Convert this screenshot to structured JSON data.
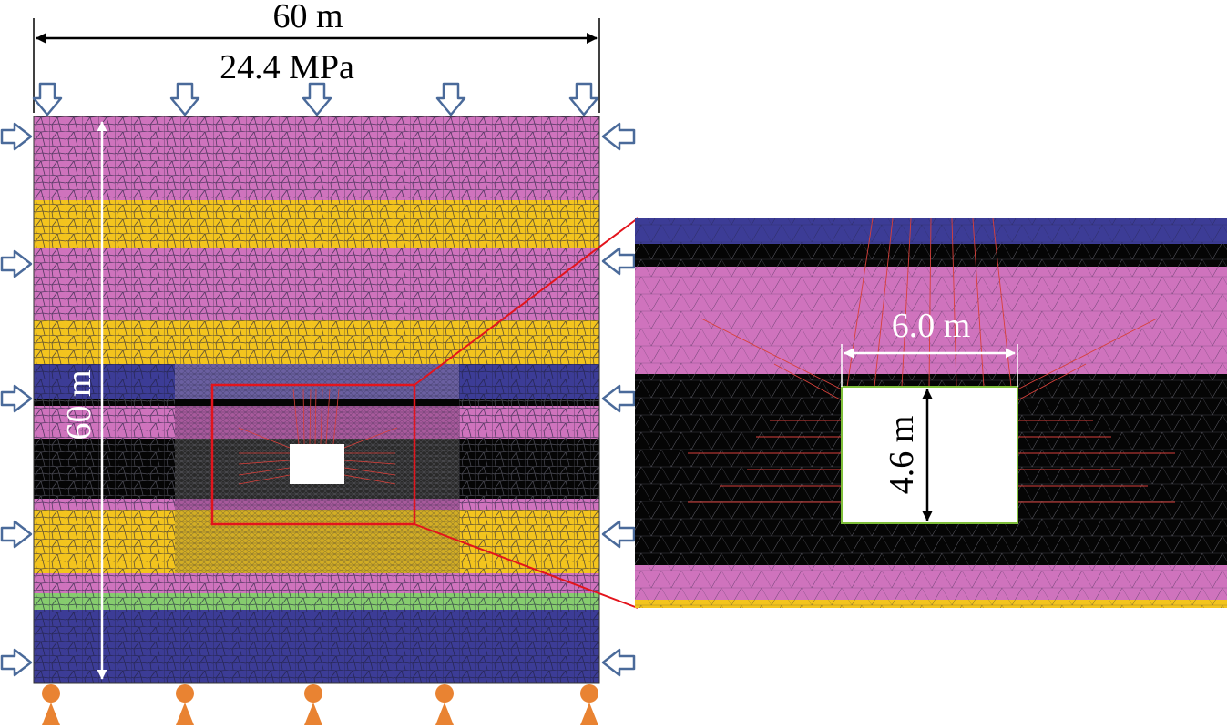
{
  "dimensions": {
    "model_width": "60 m",
    "model_height": "60 m",
    "roadway_width": "6.0 m",
    "roadway_height": "4.6 m"
  },
  "load": {
    "top_pressure": "24.4 MPa"
  },
  "materials": {
    "pink": "#cf73bd",
    "yellow": "#f3c41e",
    "blue": "#3c3c96",
    "black": "#050505",
    "green": "#86cc6e",
    "bolt_red": "#d8403a",
    "frame_red": "#e3141c",
    "arrow_fill": "#ffffff",
    "arrow_stroke": "#4a6a9a",
    "support_orange": "#e98332"
  },
  "icons": {
    "load_arrow": "hollow-arrow-icon",
    "support": "pin-support-icon"
  }
}
